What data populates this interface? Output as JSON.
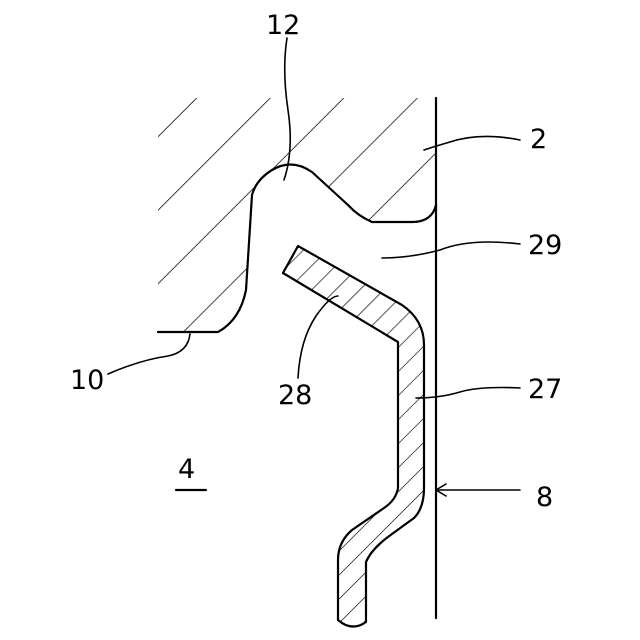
{
  "figure": {
    "labels": {
      "housing": "2",
      "gap_space": "29",
      "seal_lip_upper": "12",
      "housing_edge": "10",
      "insert_28": "28",
      "insert_27": "27",
      "surface_8": "8",
      "assembly": "4"
    },
    "colors": {
      "ink": "#000000",
      "paper": "#ffffff"
    }
  }
}
